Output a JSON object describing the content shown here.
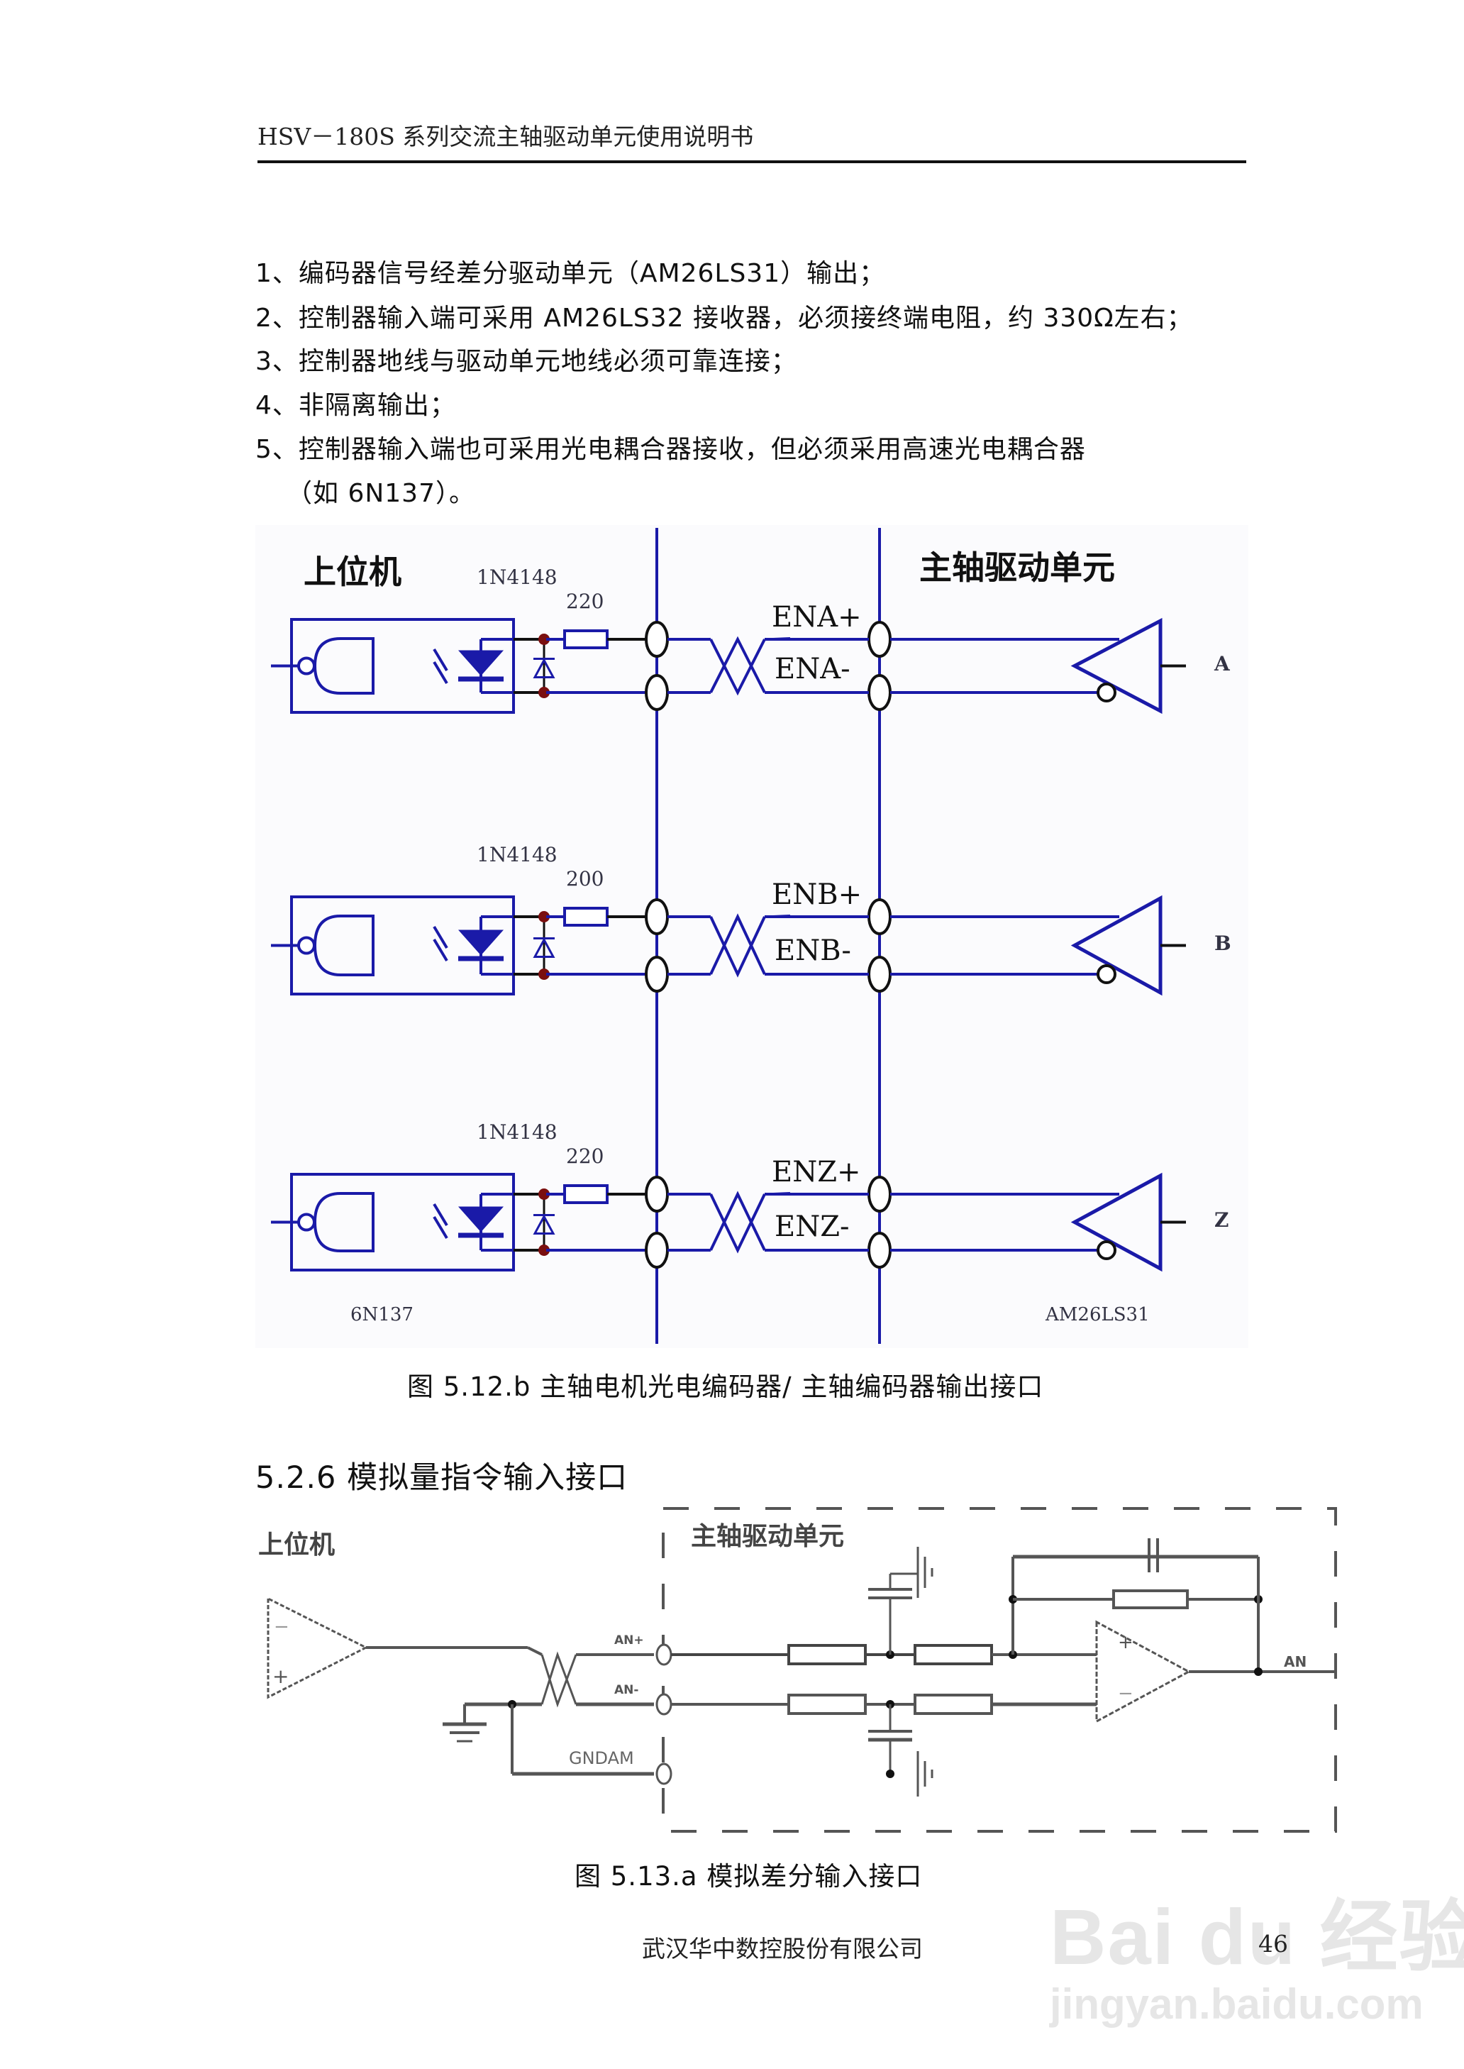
{
  "header": {
    "title": "HSV－180S 系列交流主轴驱动单元使用说明书"
  },
  "notes": [
    "1、编码器信号经差分驱动单元（AM26LS31）输出；",
    "2、控制器输入端可采用 AM26LS32 接收器，必须接终端电阻，约 330Ω左右；",
    "3、控制器地线与驱动单元地线必须可靠连接；",
    "4、非隔离输出；",
    "5、控制器输入端也可采用光电耦合器接收，但必须采用高速光电耦合器",
    "（如 6N137）。"
  ],
  "figure1": {
    "left_title": "上位机",
    "right_title": "主轴驱动单元",
    "channels": [
      {
        "diode": "1N4148",
        "resistor": "220",
        "plus": "ENA+",
        "minus": "ENA-",
        "output": "A"
      },
      {
        "diode": "1N4148",
        "resistor": "200",
        "plus": "ENB+",
        "minus": "ENB-",
        "output": "B"
      },
      {
        "diode": "1N4148",
        "resistor": "220",
        "plus": "ENZ+",
        "minus": "ENZ-",
        "output": "Z"
      }
    ],
    "optocoupler_label": "6N137",
    "driver_label": "AM26LS31",
    "caption": "图 5.12.b   主轴电机光电编码器/ 主轴编码器输出接口"
  },
  "section": {
    "heading": "5.2.6   模拟量指令输入接口"
  },
  "figure2": {
    "left_title": "上位机",
    "right_title": "主轴驱动单元",
    "terminals": [
      "AN+",
      "AN-",
      "GNDAM"
    ],
    "output": "AN",
    "opamp_minus": "−",
    "opamp_plus": "+",
    "caption": "图 5.13.a   模拟差分输入接口"
  },
  "footer": {
    "company": "武汉华中数控股份有限公司",
    "page": "46"
  },
  "watermark": {
    "brand": "Bai du 经验",
    "url": "jingyan.baidu.com"
  },
  "colors": {
    "wire": "#1a1aa8",
    "junction": "#7a0f0f",
    "ink": "#111111",
    "analog": "#555555"
  }
}
